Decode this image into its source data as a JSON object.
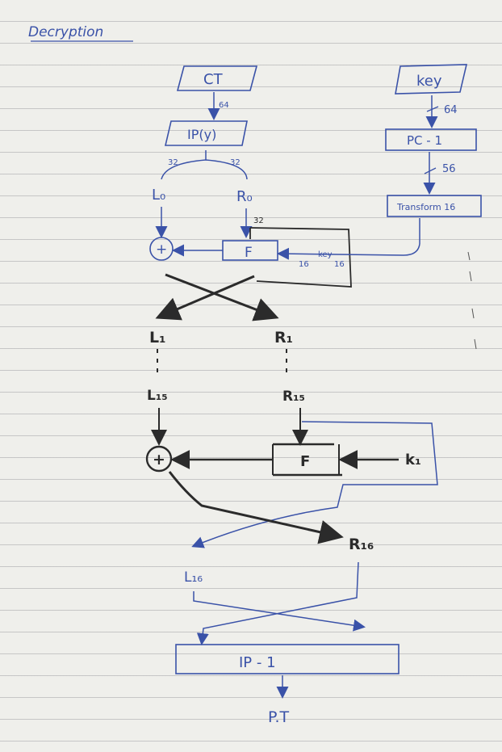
{
  "title": "Decryption",
  "blocks": {
    "ct": "CT",
    "ip": "IP(y)",
    "key": "key",
    "pc1": "PC - 1",
    "transform": "Transform 16",
    "f1": "F",
    "f2": "F",
    "ip_inv": "IP - 1",
    "pt": "P.T"
  },
  "xor_symbol": "+",
  "labels": {
    "l0": "L₀",
    "r0": "R₀",
    "l1": "L₁",
    "r1": "R₁",
    "l15": "L₁₅",
    "r15": "R₁₅",
    "k1": "k₁",
    "r16": "R₁₆",
    "l16": "L₁₆"
  },
  "bit_widths": {
    "ct_to_ip": "64",
    "key_to_pc1": "64",
    "pc1_to_transform": "56",
    "left_split": "32",
    "right_split": "32",
    "r0_to_f": "32",
    "key16_a": "16",
    "key16_b": "key",
    "key16_c": "16"
  },
  "colors": {
    "ink_blue": "#3a52a8",
    "ink_dark": "#2b2b2b"
  }
}
